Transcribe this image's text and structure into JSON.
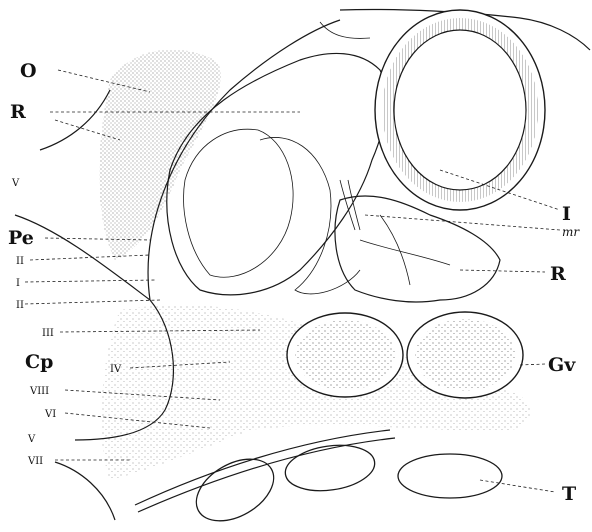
{
  "labels": {
    "O": "O",
    "R_left": "R",
    "V_upper": "V",
    "Pe": "Pe",
    "II_a": "II",
    "I_a": "I",
    "II_b": "II",
    "III": "III",
    "Cp": "Cp",
    "IV": "IV",
    "VIII": "VIII",
    "VI": "VI",
    "V_lower": "V",
    "VII": "VII",
    "I_right": "I",
    "mr": "mr",
    "R_right": "R",
    "Gv": "Gv",
    "T": "T"
  }
}
